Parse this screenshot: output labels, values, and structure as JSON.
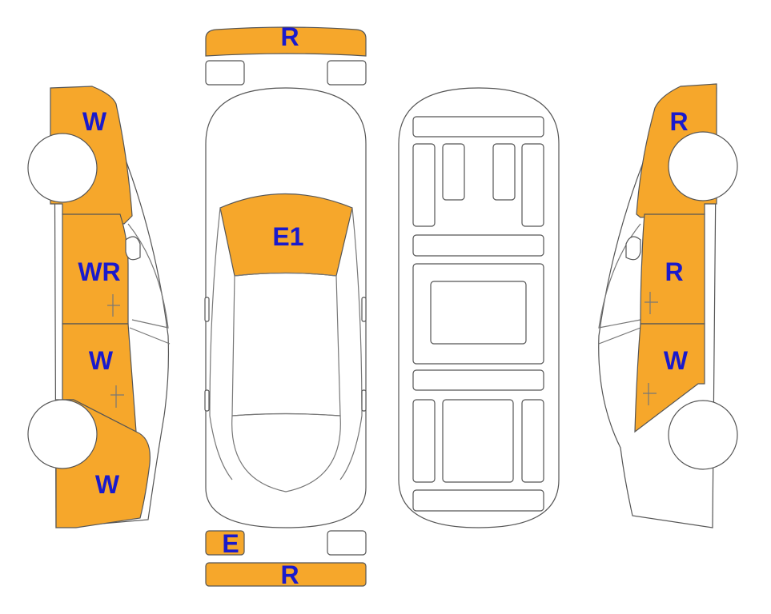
{
  "colors": {
    "damaged": "#F6A72B",
    "undamaged": "#FFFFFF",
    "label": "#1A1ACC",
    "outline": "#555555"
  },
  "legend_note": "",
  "panels": {
    "front_bumper": {
      "label": "R",
      "damaged": true
    },
    "front_light_left": {
      "label": "",
      "damaged": false
    },
    "front_light_right": {
      "label": "",
      "damaged": false
    },
    "windshield": {
      "label": "E1",
      "damaged": true
    },
    "rear_light_left": {
      "label": "E",
      "damaged": true
    },
    "rear_light_right": {
      "label": "",
      "damaged": false
    },
    "rear_bumper": {
      "label": "R",
      "damaged": true
    },
    "left_front_fender": {
      "label": "W",
      "damaged": true
    },
    "left_front_door": {
      "label": "WR",
      "damaged": true
    },
    "left_rear_door": {
      "label": "W",
      "damaged": true
    },
    "left_rear_quarter": {
      "label": "W",
      "damaged": true
    },
    "right_front_fender": {
      "label": "R",
      "damaged": true
    },
    "right_front_door": {
      "label": "R",
      "damaged": true
    },
    "right_rear_door": {
      "label": "W",
      "damaged": true
    }
  }
}
